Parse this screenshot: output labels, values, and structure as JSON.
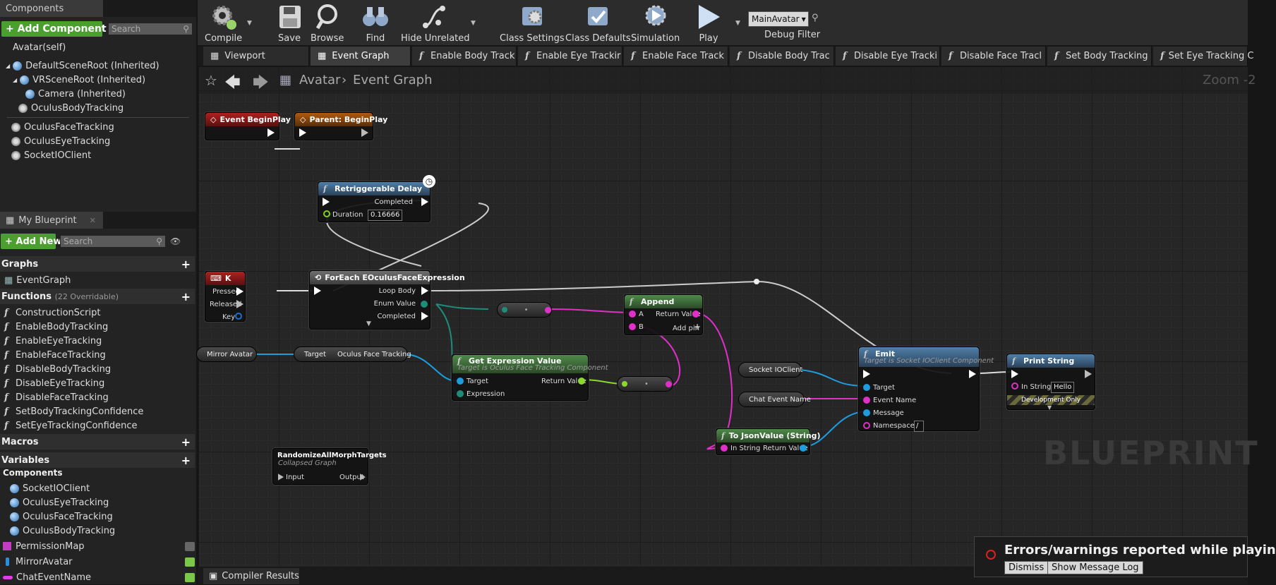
{
  "components_panel": {
    "title": "Components",
    "add_button": "+ Add Component",
    "search_placeholder": "Search",
    "self": "Avatar(self)",
    "tree": [
      "DefaultSceneRoot (Inherited)",
      "VRSceneRoot (Inherited)",
      "Camera (Inherited)",
      "OculusBodyTracking"
    ],
    "extra": [
      "OculusFaceTracking",
      "OculusEyeTracking",
      "SocketIOClient"
    ]
  },
  "myblueprint": {
    "title": "My Blueprint",
    "add_button": "+ Add New",
    "search_placeholder": "Search",
    "graphs_label": "Graphs",
    "eventgraph": "EventGraph",
    "functions_label": "Functions",
    "functions_count": "(22 Overridable)",
    "functions": [
      "ConstructionScript",
      "EnableBodyTracking",
      "EnableEyeTracking",
      "EnableFaceTracking",
      "DisableBodyTracking",
      "DisableEyeTracking",
      "DisableFaceTracking",
      "SetBodyTrackingConfidence",
      "SetEyeTrackingConfidence"
    ],
    "macros_label": "Macros",
    "variables_label": "Variables",
    "components_label": "Components",
    "comp_vars": [
      "SocketIOClient",
      "OculusEyeTracking",
      "OculusFaceTracking",
      "OculusBodyTracking"
    ],
    "vars": [
      "PermissionMap",
      "MirrorAvatar",
      "ChatEventName"
    ]
  },
  "toolbar": {
    "compile": "Compile",
    "save": "Save",
    "browse": "Browse",
    "find": "Find",
    "hide_unrelated": "Hide Unrelated",
    "class_settings": "Class Settings",
    "class_defaults": "Class Defaults",
    "simulation": "Simulation",
    "play": "Play",
    "debug_value": "MainAvatar",
    "debug_filter": "Debug Filter"
  },
  "tabs": [
    "Viewport",
    "Event Graph",
    "Enable Body Track",
    "Enable Eye Trackir",
    "Enable Face Track",
    "Disable Body Trac",
    "Disable Eye Tracki",
    "Disable Face Tracl",
    "Set Body Tracking",
    "Set Eye Tracking C"
  ],
  "breadcrumb": {
    "root": "Avatar",
    "current": "Event Graph",
    "zoom": "Zoom -2"
  },
  "nodes": {
    "begin": "Event BeginPlay",
    "parent": "Parent: BeginPlay",
    "delay": {
      "title": "Retriggerable Delay",
      "completed": "Completed",
      "duration": "Duration",
      "duration_value": "0.16666"
    },
    "k": {
      "title": "K",
      "pressed": "Pressed",
      "released": "Released",
      "key": "Key"
    },
    "foreach": {
      "title": "ForEach EOculusFaceExpression",
      "loop": "Loop Body",
      "enum": "Enum Value",
      "completed": "Completed"
    },
    "append": {
      "title": "Append",
      "a": "A",
      "b": "B",
      "ret": "Return Value",
      "addpin": "Add pin"
    },
    "mirror": "Mirror Avatar",
    "oft": {
      "target": "Target",
      "out": "Oculus Face Tracking"
    },
    "gev": {
      "title": "Get Expression Value",
      "sub": "Target is Oculus Face Tracking Component",
      "target": "Target",
      "expr": "Expression",
      "ret": "Return Value"
    },
    "emit": {
      "title": "Emit",
      "sub": "Target is Socket IOClient Component",
      "target": "Target",
      "event": "Event Name",
      "message": "Message",
      "namespace": "Namespace",
      "ns_value": "/"
    },
    "socket": "Socket IOClient",
    "chat": "Chat Event Name",
    "json": {
      "title": "To JsonValue (String)",
      "in": "In String",
      "ret": "Return Value"
    },
    "print": {
      "title": "Print String",
      "in": "In String",
      "in_value": "Hello",
      "dev": "Development Only"
    },
    "rand": {
      "title": "RandomizeAllMorphTargets",
      "sub": "Collapsed Graph",
      "input": "Input",
      "output": "Output"
    }
  },
  "watermark": "BLUEPRINT",
  "bottom": {
    "compiler": "Compiler Results"
  },
  "error": {
    "text": "Errors/warnings reported while playin",
    "dismiss": "Dismiss",
    "show_log": "Show Message Log"
  }
}
